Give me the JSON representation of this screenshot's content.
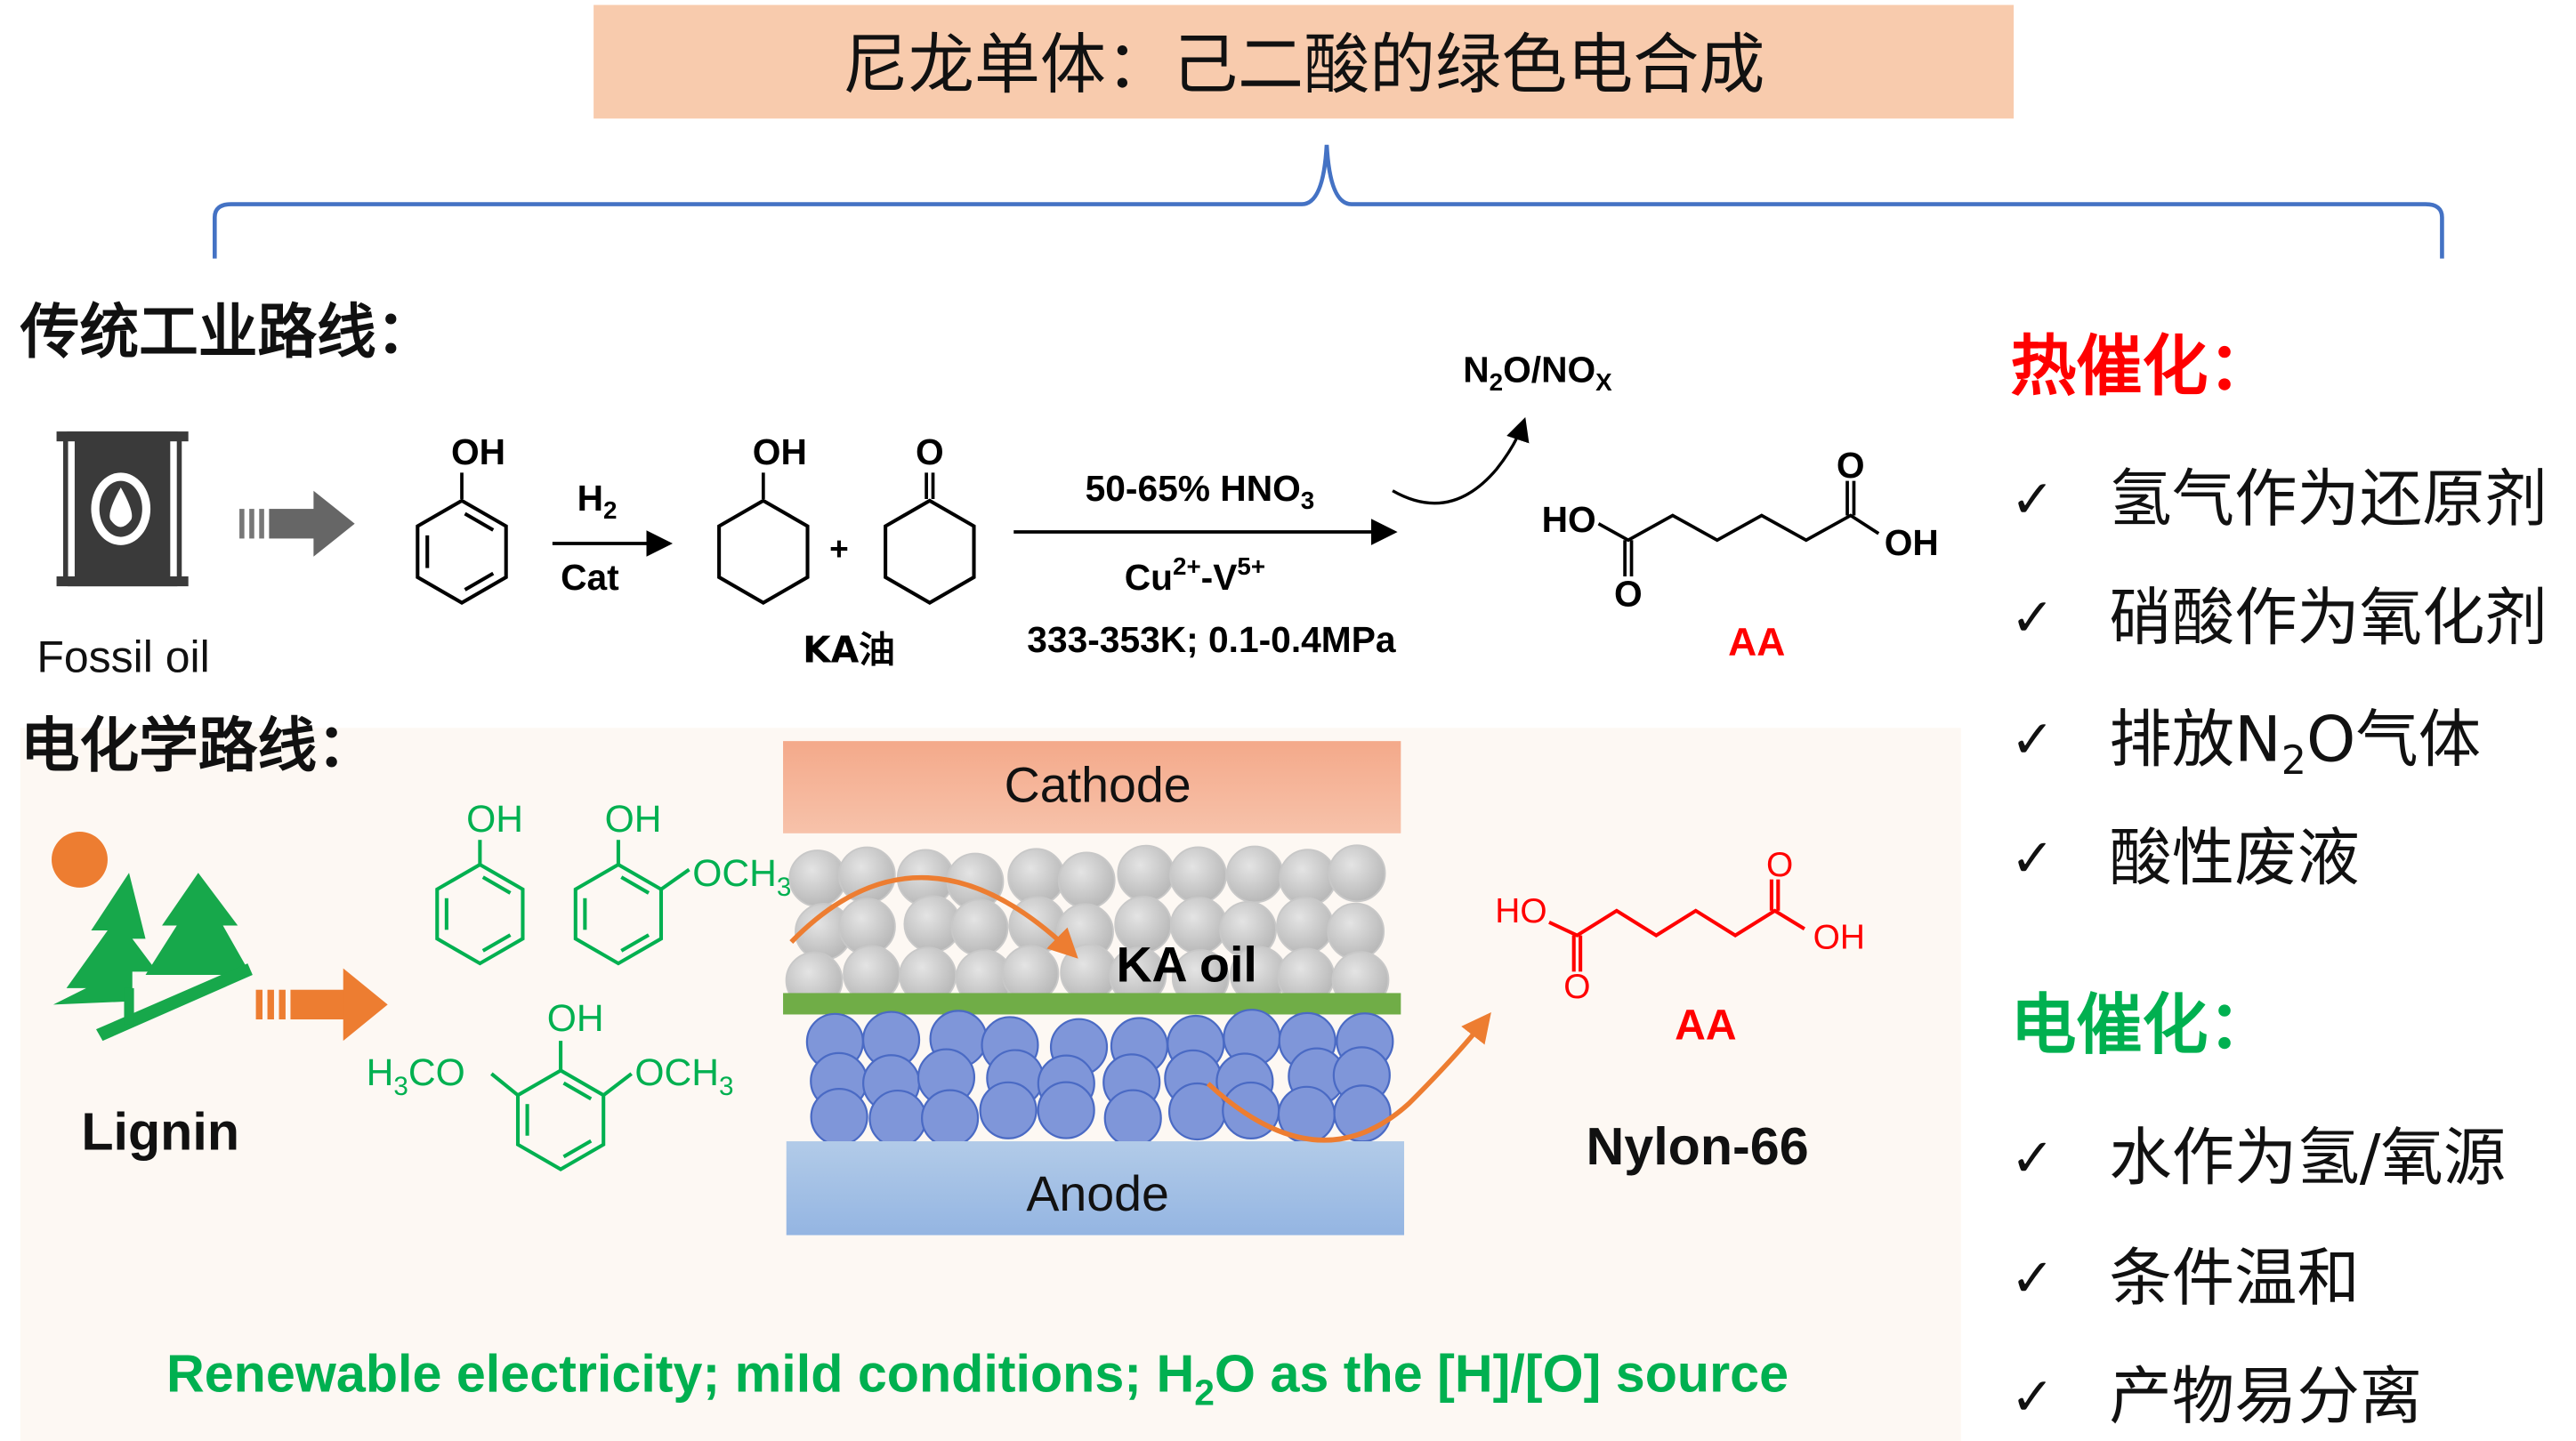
{
  "title": "尼龙单体：己二酸的绿色电合成",
  "traditional": {
    "heading": "传统工业路线：",
    "source_label": "Fossil oil",
    "phenol_oh": "OH",
    "step1_reagent": "H",
    "step1_reagent_sub": "2",
    "step1_catalyst": "Cat",
    "cyclohexanol_oh": "OH",
    "plus": "+",
    "cyclohexanone_o": "O",
    "ka_label": "KA油",
    "oxidant": "50-65% HNO",
    "oxidant_sub": "3",
    "catalyst_a": "Cu",
    "catalyst_a_sup": "2+",
    "catalyst_b": "-V",
    "catalyst_b_sup": "5+",
    "conditions": "333-353K; 0.1-0.4MPa",
    "byproduct_a": "N",
    "byproduct_a_sub": "2",
    "byproduct_b": "O/NO",
    "byproduct_b_sub": "X",
    "aa_ho": "HO",
    "aa_oh": "OH",
    "aa_o": "O",
    "product": "AA"
  },
  "electrochemical": {
    "heading": "电化学路线：",
    "source_label": "Lignin",
    "oh": "OH",
    "och": "OCH",
    "sub3": "3",
    "h3co_h": "H",
    "h3co_co": "CO",
    "cathode": "Cathode",
    "anode": "Anode",
    "intermediate": "KA oil",
    "aa_ho": "HO",
    "aa_oh": "OH",
    "aa_o": "O",
    "product": "AA",
    "polymer": "Nylon-66",
    "footer_a": "Renewable electricity; mild conditions; H",
    "footer_sub": "2",
    "footer_b": "O as the [H]/[O] source"
  },
  "thermal_catalysis": {
    "heading": "热催化：",
    "check": "✓",
    "items": [
      "氢气作为还原剂",
      "硝酸作为氧化剂",
      "排放N",
      "酸性废液"
    ],
    "item3_sub": "2",
    "item3_tail": "O气体"
  },
  "electrocatalysis": {
    "heading": "电催化：",
    "check": "✓",
    "items": [
      "水作为氢/氧源",
      "条件温和",
      "产物易分离"
    ]
  },
  "colors": {
    "title_bg": "#f8cbad",
    "brace": "#4472c4",
    "red": "#ff0000",
    "green": "#00b050",
    "orange": "#ed7d31",
    "panel_bg": "#fdf8f3"
  }
}
